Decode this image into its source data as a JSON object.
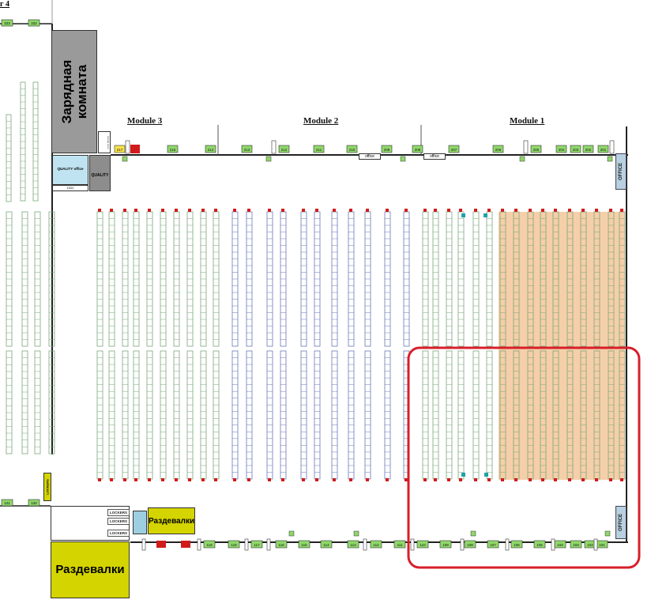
{
  "corner_label": "г 4",
  "modules": [
    "Module 3",
    "Module 2",
    "Module 1"
  ],
  "rooms": {
    "charging": "Зарядная\nкомната",
    "charging_small": "charge zone",
    "quality_office": "QUALITY office",
    "quality": "QUALITY",
    "quality_small": "1022",
    "office_top_a": "office",
    "office_top_b": "office",
    "office_right_top": "OFFICE",
    "office_right_bottom": "OFFICE",
    "razdevalki_big": "Раздевалки",
    "razdevalki_small": "Раздевалки",
    "lockers": [
      "LOCKERS",
      "LOCKERS",
      "LOCKERS"
    ],
    "lockers_v": "LOCKERS"
  },
  "dock_doors_top": [
    "217",
    "215",
    "214",
    "213",
    "212",
    "211",
    "210",
    "209",
    "208",
    "207",
    "206",
    "205",
    "204",
    "203",
    "202",
    "201"
  ],
  "dock_doors_bottom": [
    "119",
    "118",
    "117",
    "116",
    "115",
    "114",
    "113",
    "112",
    "111",
    "110",
    "109",
    "108",
    "107",
    "106",
    "105",
    "104",
    "103",
    "102",
    "101"
  ],
  "dock_doors_left_top": [
    "223",
    "222"
  ],
  "dock_doors_left_bottom": [
    "121",
    "120"
  ],
  "colors": {
    "rack_green": "#7aa57a",
    "rack_blue": "#6a78b8",
    "rack_orange_fill": "#f3c79a",
    "dock_green": "#8fd86a",
    "highlight": "#d81f2a",
    "yellow": "#d4d400",
    "red_marker": "#d11b1b"
  },
  "highlight_region": "Module 1 south zone"
}
